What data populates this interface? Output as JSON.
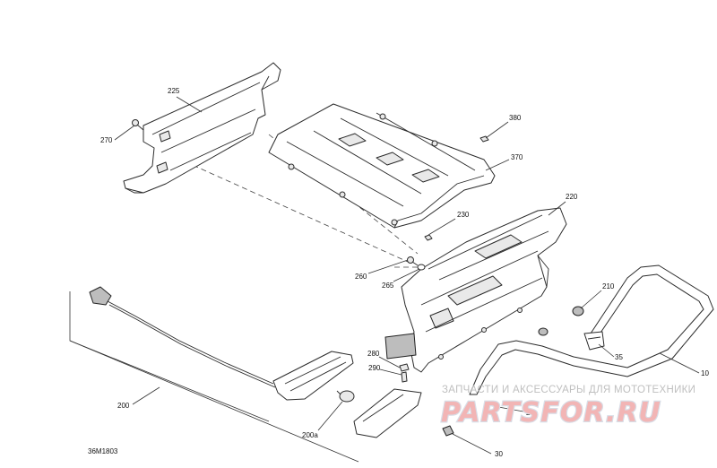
{
  "diagram": {
    "figure_code": "36M1803",
    "callouts": {
      "c225": "225",
      "c270": "270",
      "c380": "380",
      "c370": "370",
      "c220": "220",
      "c230": "230",
      "c260": "260",
      "c265": "265",
      "c210": "210",
      "c35": "35",
      "c10": "10",
      "c280": "280",
      "c290": "290",
      "c200": "200",
      "c200a": "200a",
      "c20": "20",
      "c30": "30"
    }
  },
  "watermark": {
    "tagline": "ЗАПЧАСТИ И АКСЕССУАРЫ ДЛЯ МОТОТЕХНИКИ",
    "logo": "PARTSFOR.RU"
  },
  "colors": {
    "line": "#2b2b2b",
    "watermark_text": "#bfbfbf",
    "watermark_logo": "#f2b5b5"
  }
}
